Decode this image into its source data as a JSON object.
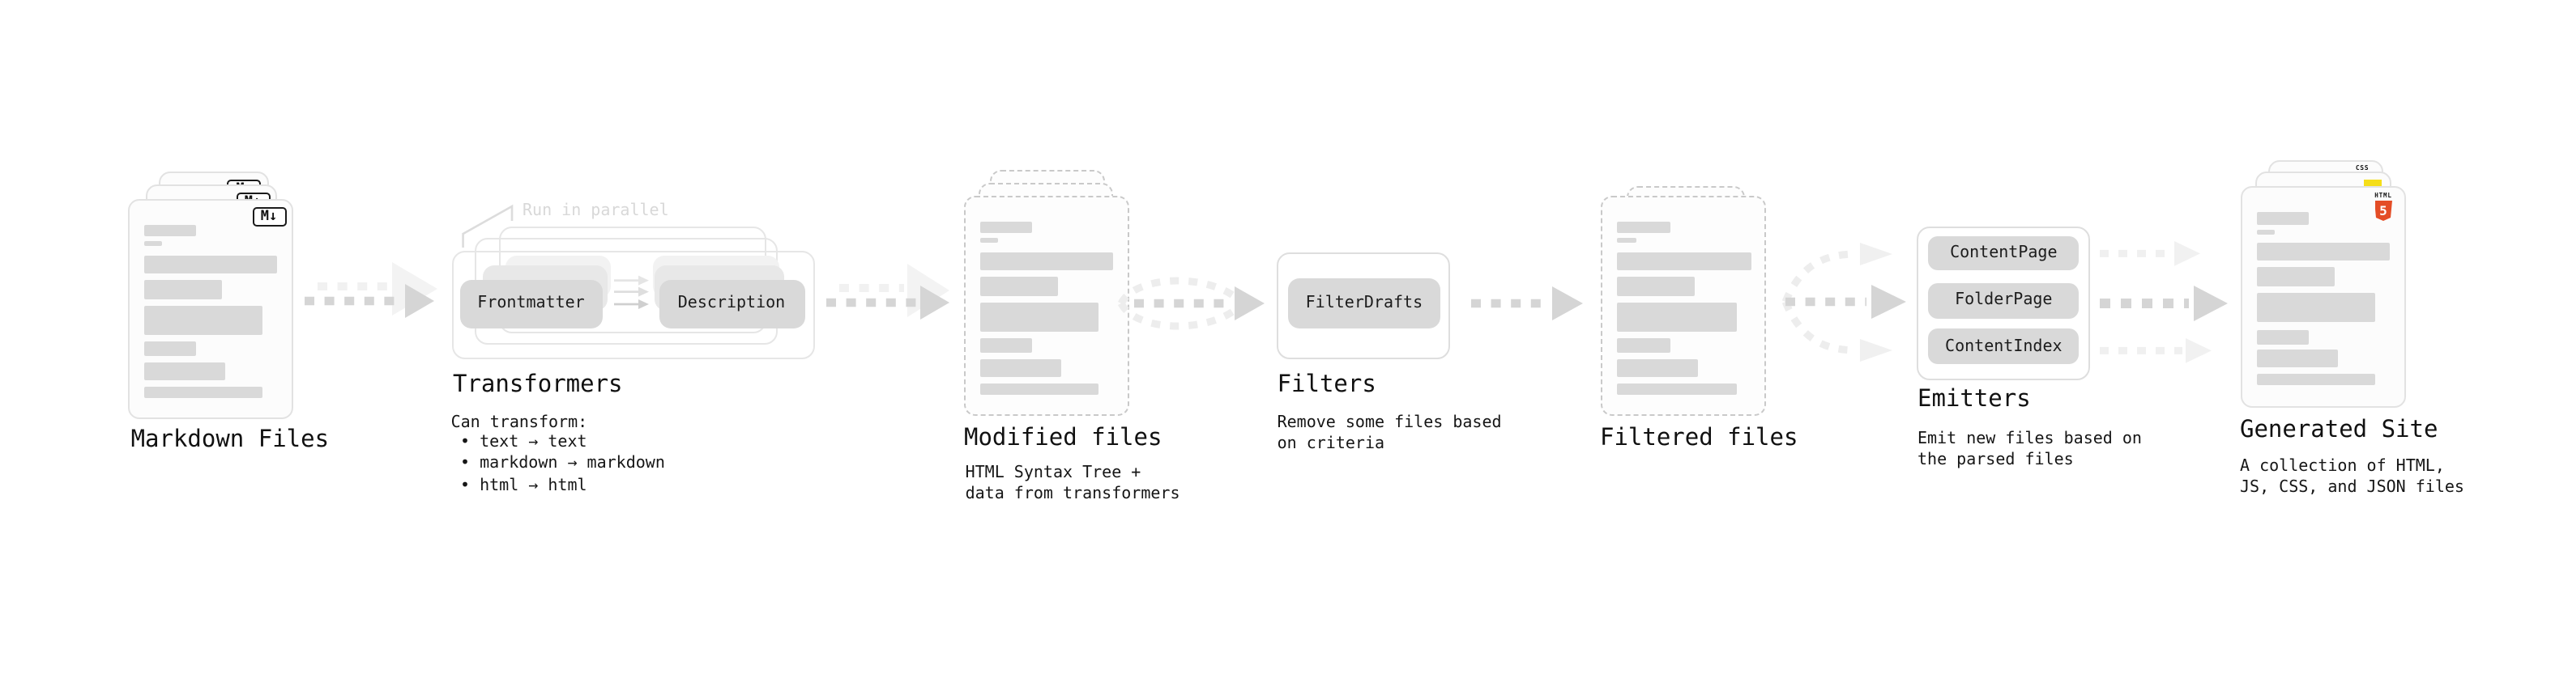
{
  "diagram": {
    "markdown_files": {
      "label": "Markdown Files",
      "badge": "M↓"
    },
    "transformers": {
      "label": "Transformers",
      "annotation": "Run in parallel",
      "pill_left": "Frontmatter",
      "pill_right": "Description",
      "desc_title": "Can transform:",
      "bullets": [
        "• text → text",
        "• markdown → markdown",
        "• html → html"
      ]
    },
    "modified_files": {
      "label": "Modified files",
      "desc_lines": [
        "HTML Syntax Tree +",
        "data from transformers"
      ]
    },
    "filters": {
      "label": "Filters",
      "pill": "FilterDrafts",
      "desc_lines": [
        "Remove some files based",
        "on criteria"
      ]
    },
    "filtered_files": {
      "label": "Filtered files"
    },
    "emitters": {
      "label": "Emitters",
      "pills": [
        "ContentPage",
        "FolderPage",
        "ContentIndex"
      ],
      "desc_lines": [
        "Emit new files based on",
        "the parsed files"
      ]
    },
    "generated_site": {
      "label": "Generated Site",
      "badge_html_label": "HTML",
      "badge_html_number": "5",
      "badge_css": "CSS",
      "desc_lines": [
        "A collection of HTML,",
        "JS, CSS, and JSON files"
      ]
    }
  },
  "colors": {
    "html5_orange": "#e44d26",
    "js_yellow": "#f5de19",
    "css_blue": "#2965f1",
    "pill_gray": "#d9d9d9",
    "skeleton_gray": "#d9d9d9",
    "arrow_dark": "#d5d5d5",
    "arrow_light": "#f1f1f1",
    "annotation_gray": "#d8d8d8"
  }
}
